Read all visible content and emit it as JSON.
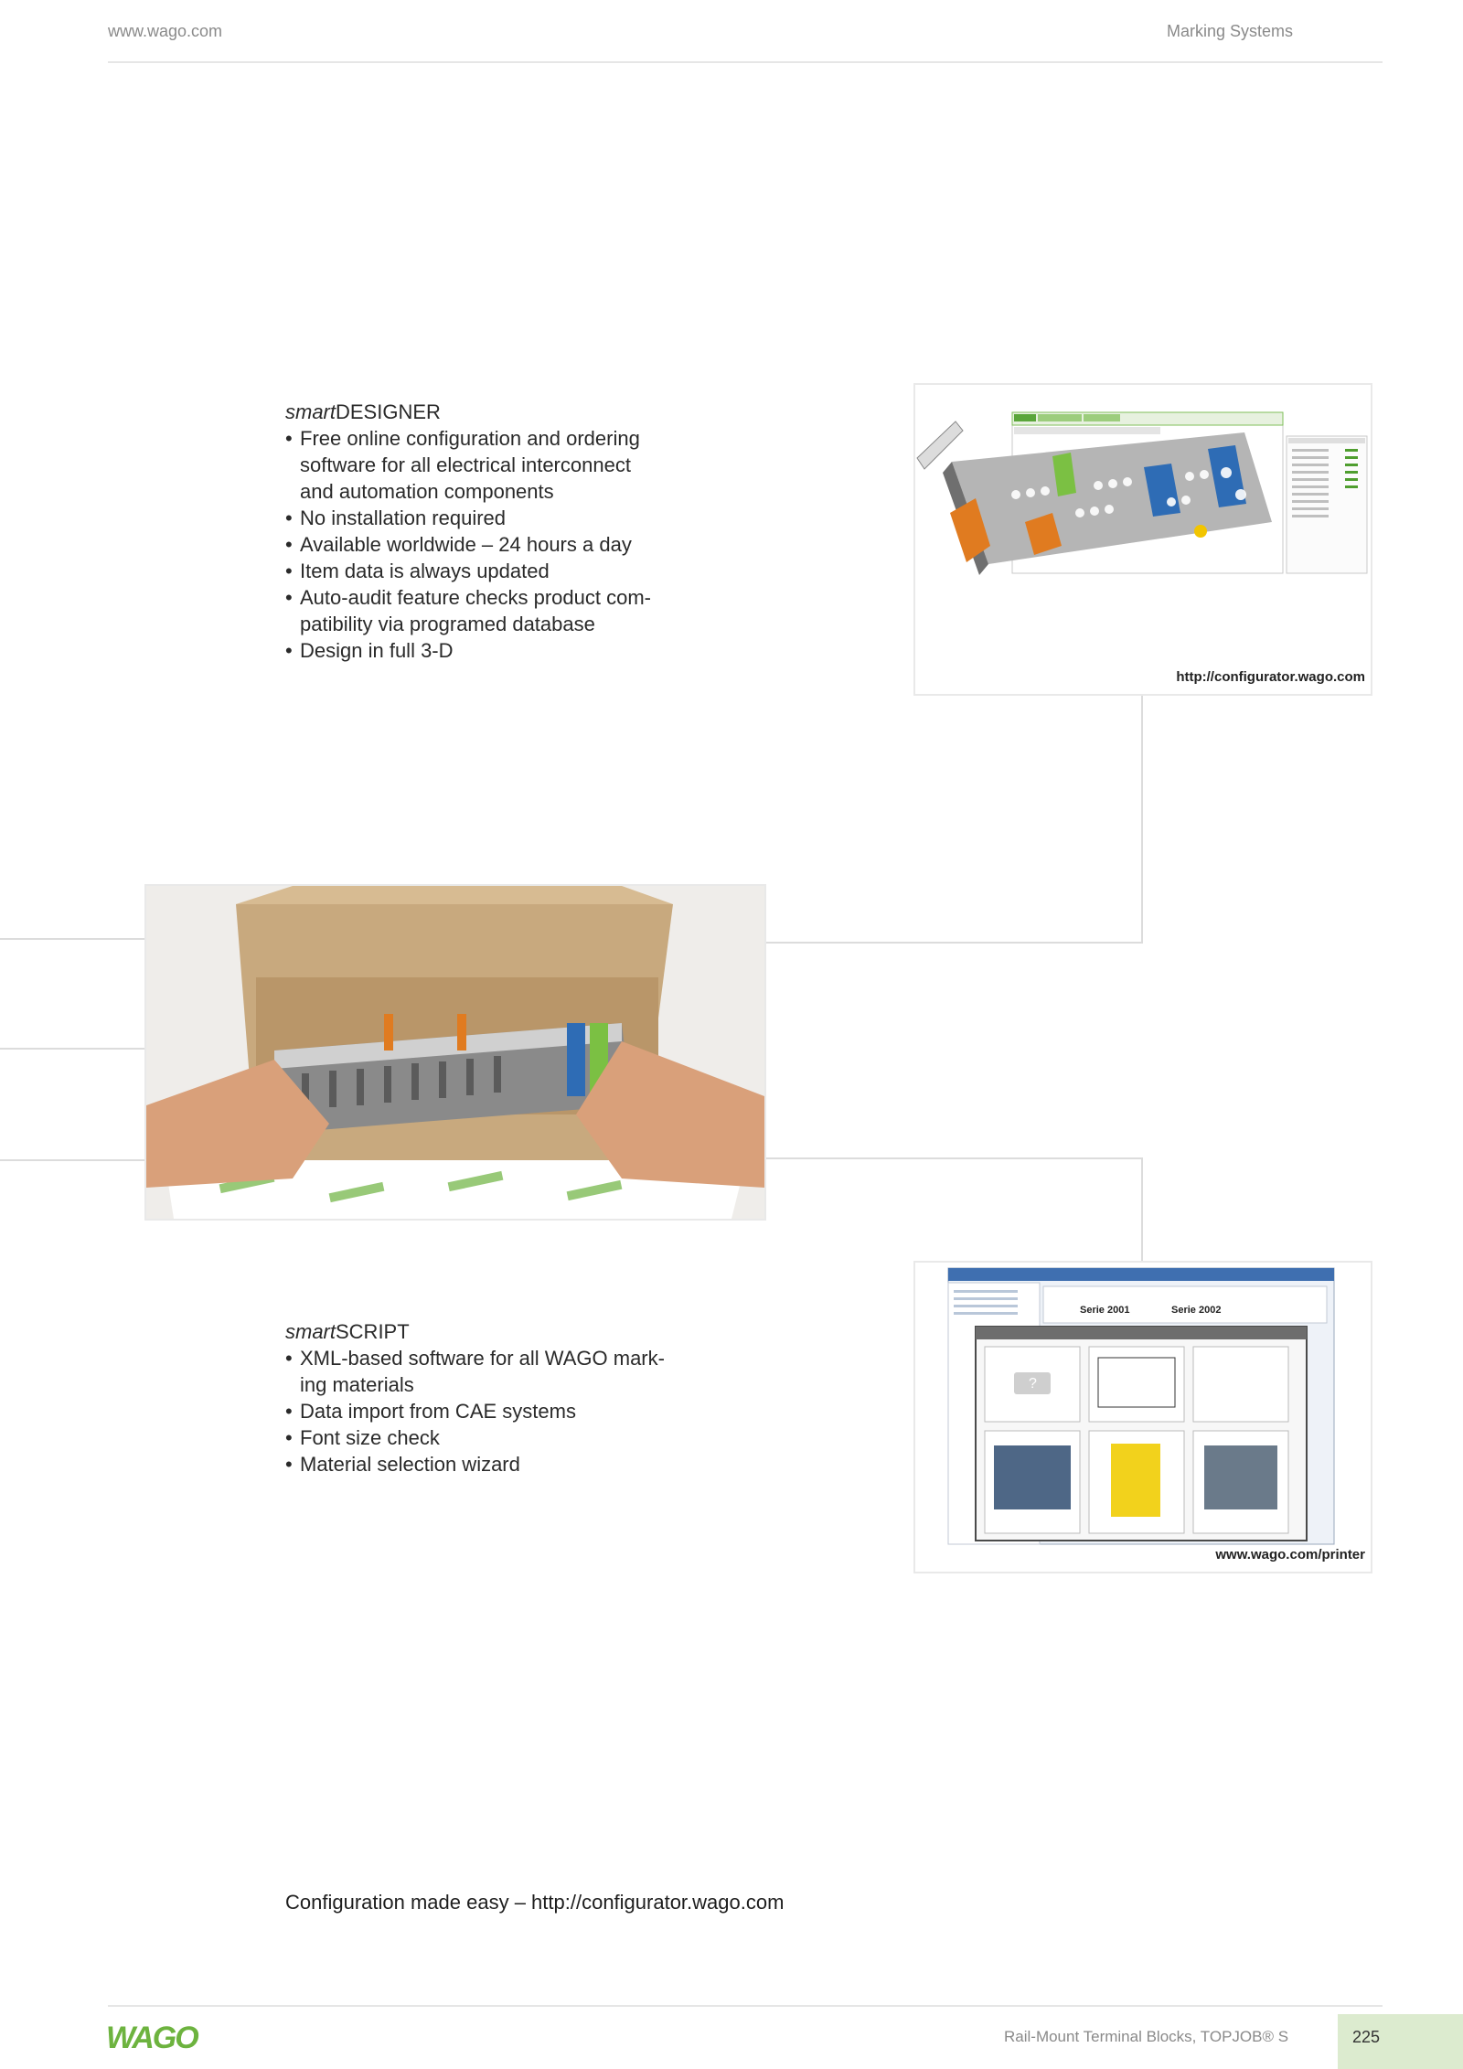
{
  "header": {
    "url": "www.wago.com",
    "section": "Marking Systems"
  },
  "smartdesigner": {
    "title_prefix": "smart",
    "title_suffix": "DESIGNER",
    "bullets": [
      "Free online configuration and ordering",
      "software for all electrical interconnect",
      "and automation components",
      "No installation required",
      "Available worldwide – 24 hours a day",
      "Item data is always updated",
      "Auto-audit feature checks product com-",
      "patibility via programed database",
      "Design in full 3-D"
    ],
    "caption": "http://configurator.wago.com"
  },
  "smartscript": {
    "title_prefix": "smart",
    "title_suffix": "SCRIPT",
    "bullets": [
      "XML-based software for all WAGO mark-",
      "ing materials",
      "Data import from CAE systems",
      "Font size check",
      "Material selection wizard"
    ],
    "caption": "www.wago.com/printer"
  },
  "screenshot_labels": {
    "serie_1": "Serie 2001",
    "serie_2": "Serie 2002",
    "question": "?"
  },
  "tagline": "Configuration made easy – http://configurator.wago.com",
  "footer": {
    "logo": "WAGO",
    "product": "Rail-Mount Terminal Blocks, TOPJOB® S",
    "page_number": "225"
  },
  "colors": {
    "wago_green": "#6db33f",
    "page_tab": "#dcebcf",
    "rule": "#e6e6e6"
  }
}
